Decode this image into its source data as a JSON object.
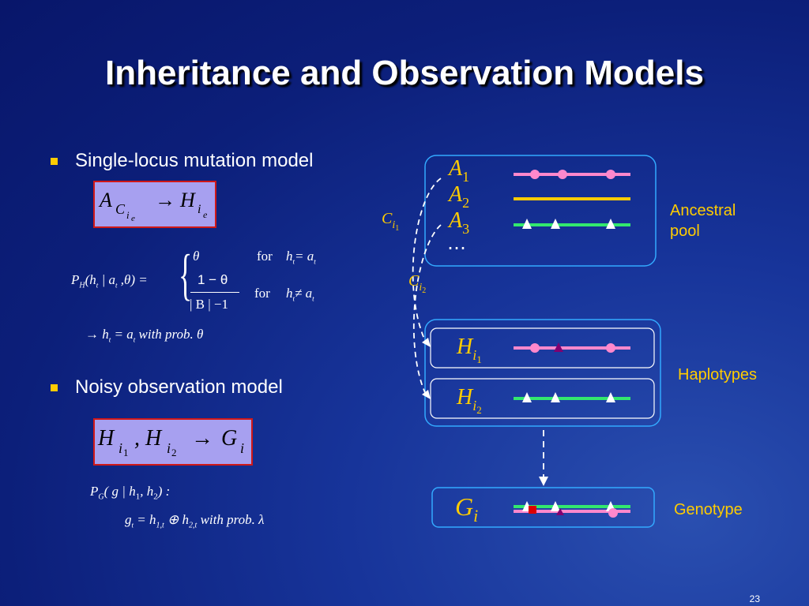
{
  "title": "Inheritance and Observation Models",
  "bullets": [
    "Single-locus mutation model",
    "Noisy observation model"
  ],
  "box1": {
    "lhs": "A",
    "lhs_sub": "C",
    "lhs_subsub": "i",
    "lhs_subsubsub": "e",
    "arrow": "→",
    "rhs": "H",
    "rhs_sub": "i",
    "rhs_subsub": "e"
  },
  "ph_formula": {
    "lhs": "P",
    "lhs_sub": "H",
    "args": "(h",
    "args_sub": "t",
    "bar": " | a",
    "a_sub": "t",
    "theta_end": " ,θ) =",
    "case1_value": "θ",
    "case1_cond": "for",
    "case1_expr": "h",
    "case1_rel": "= a",
    "case2_num": "1 − θ",
    "case2_den": "| B | −1",
    "case2_cond": "for",
    "case2_expr": "h",
    "case2_rel": "≠ a",
    "t": "t",
    "result": "→ h",
    "result_sub": "t",
    "result_rest": " = a",
    "result_sub2": "t",
    "result_tail": "  with  prob.  θ"
  },
  "box2": {
    "h1": "H",
    "i1": "i",
    "one": "1",
    "comma": ",",
    "h2": "H",
    "i2": "i",
    "two": "2",
    "arrow": "→",
    "g": "G",
    "gi": "i"
  },
  "pg_formula": {
    "line1_p": "P",
    "line1_sub": "G",
    "line1_rest": "( g | h",
    "one": "1",
    "comma": ", h",
    "two": "2",
    "close": ") :",
    "g": "g",
    "t": "t",
    "eq": " = h",
    "sub1": "1,t",
    "oplus": " ⊕ h",
    "sub2": "2,t",
    "tail": "  with  prob.  λ"
  },
  "diagram": {
    "ancestral_labels": [
      {
        "main": "A",
        "sub": "1"
      },
      {
        "main": "A",
        "sub": "2"
      },
      {
        "main": "A",
        "sub": "3"
      }
    ],
    "ellipsis": "⋯",
    "ci1": {
      "main": "C",
      "sub": "i",
      "subsub": "1"
    },
    "ci2": {
      "main": "C",
      "sub": "i",
      "subsub": "2"
    },
    "haplotype_labels": [
      {
        "main": "H",
        "sub": "i",
        "subsub": "1"
      },
      {
        "main": "H",
        "sub": "i",
        "subsub": "2"
      }
    ],
    "genotype_label": {
      "main": "G",
      "sub": "i"
    },
    "group_labels": {
      "ancestral": "Ancestral\npool",
      "haplotypes": "Haplotypes",
      "genotype": "Genotype"
    },
    "colors": {
      "pink": "#ff88cc",
      "yellow": "#ffcc00",
      "green": "#33e86e",
      "white": "#ffffff",
      "purple": "#800070",
      "red": "#dd0000",
      "border": "#33aaff"
    }
  },
  "page_number": "23"
}
